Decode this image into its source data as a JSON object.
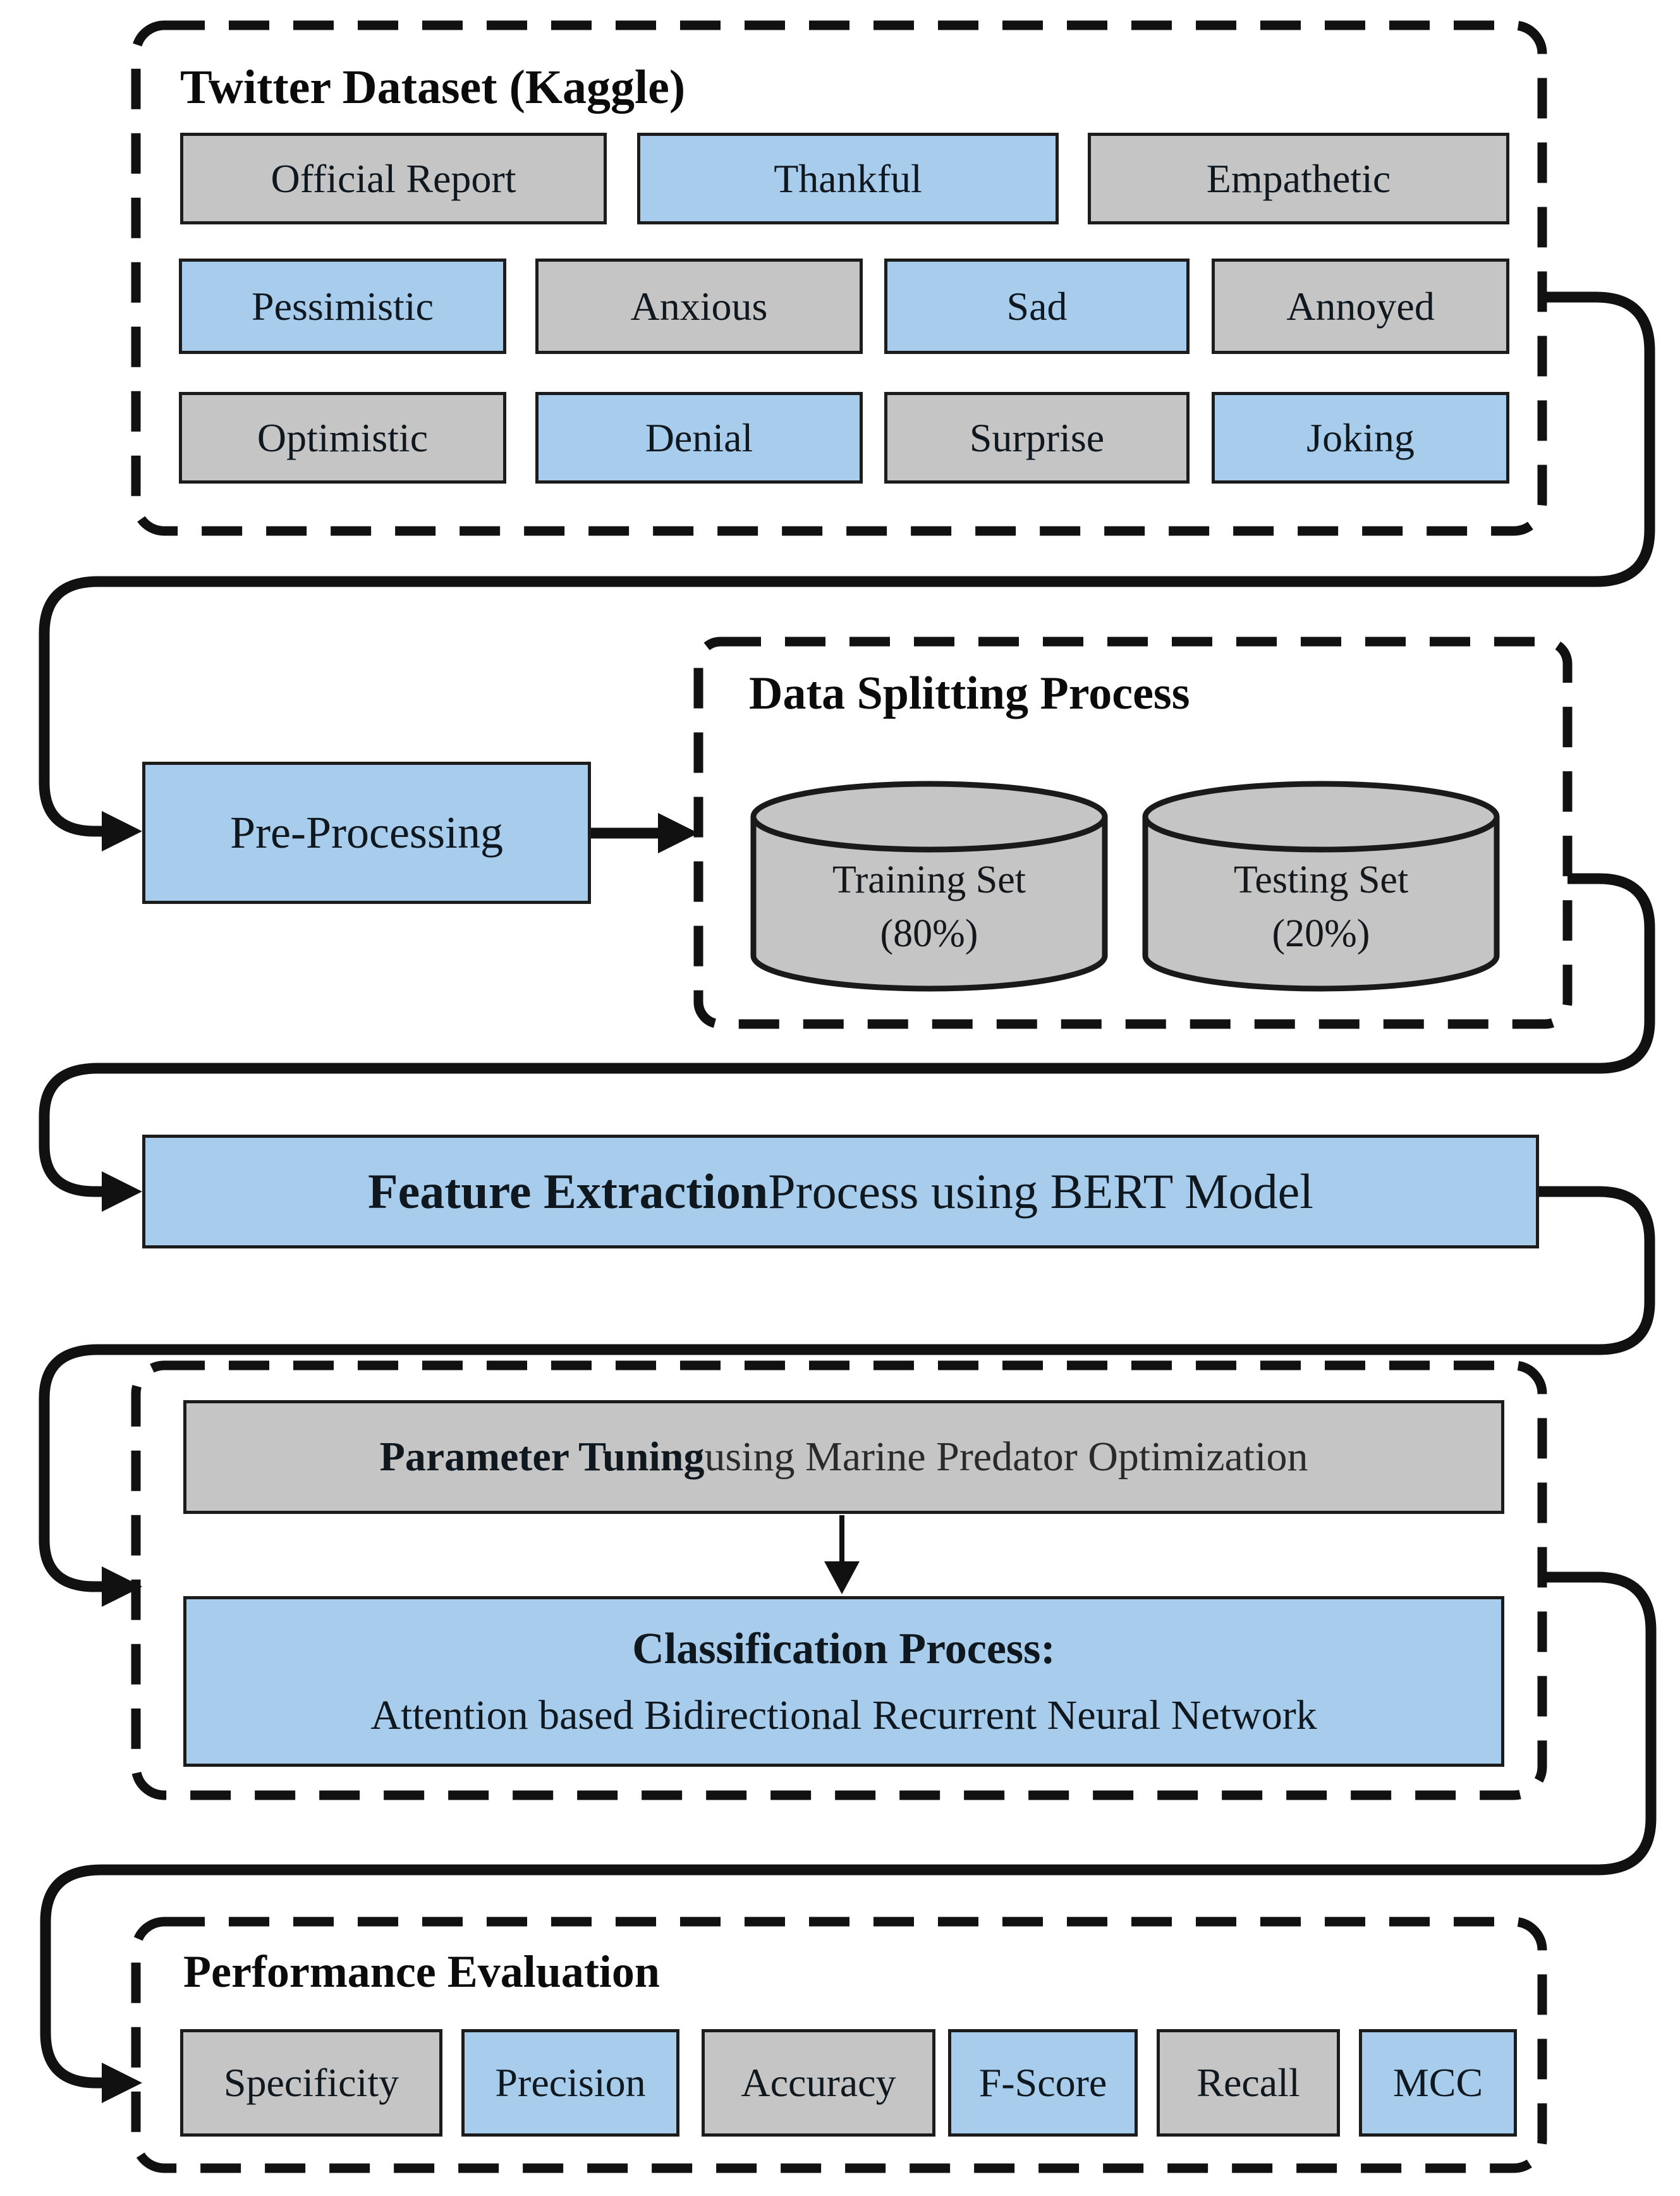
{
  "palette": {
    "box_blue": "#a8cceb",
    "box_gray": "#c5c5c5",
    "box_border": "#1c1c1c",
    "line_black": "#111111",
    "background": "#ffffff"
  },
  "dataset": {
    "title": "Twitter Dataset (Kaggle)",
    "items": [
      {
        "label": "Official Report",
        "color": "gray"
      },
      {
        "label": "Thankful",
        "color": "blue"
      },
      {
        "label": "Empathetic",
        "color": "gray"
      },
      {
        "label": "Pessimistic",
        "color": "blue"
      },
      {
        "label": "Anxious",
        "color": "gray"
      },
      {
        "label": "Sad",
        "color": "blue"
      },
      {
        "label": "Annoyed",
        "color": "gray"
      },
      {
        "label": "Optimistic",
        "color": "gray"
      },
      {
        "label": "Denial",
        "color": "blue"
      },
      {
        "label": "Surprise",
        "color": "gray"
      },
      {
        "label": "Joking",
        "color": "blue"
      }
    ]
  },
  "preprocessing": {
    "label": "Pre-Processing",
    "color": "blue"
  },
  "data_splitting": {
    "title": "Data Splitting Process",
    "cylinders": [
      {
        "line1": "Training Set",
        "line2": "(80%)"
      },
      {
        "line1": "Testing Set",
        "line2": "(20%)"
      }
    ]
  },
  "feature_extraction": {
    "bold": "Feature Extraction",
    "rest": " Process using BERT Model",
    "color": "blue"
  },
  "tuning_classification": {
    "parameter_tuning": {
      "bold": "Parameter Tuning",
      "rest": " using Marine Predator Optimization",
      "color": "gray"
    },
    "classification": {
      "line1": "Classification Process:",
      "line2": "Attention based Bidirectional Recurrent Neural Network",
      "color": "blue"
    }
  },
  "performance": {
    "title": "Performance Evaluation",
    "metrics": [
      {
        "label": "Specificity",
        "color": "gray"
      },
      {
        "label": "Precision",
        "color": "blue"
      },
      {
        "label": "Accuracy",
        "color": "gray"
      },
      {
        "label": "F-Score",
        "color": "blue"
      },
      {
        "label": "Recall",
        "color": "gray"
      },
      {
        "label": "MCC",
        "color": "blue"
      }
    ]
  }
}
